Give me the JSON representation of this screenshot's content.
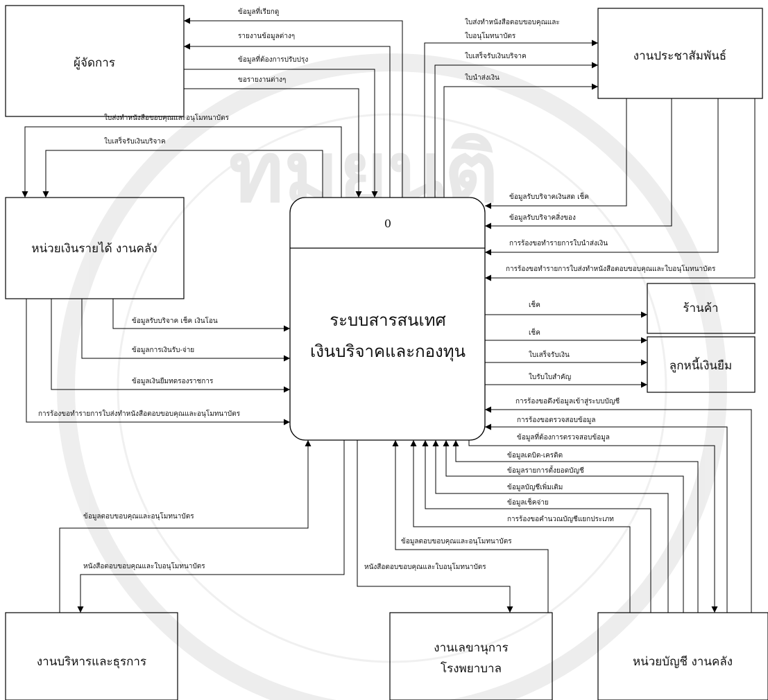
{
  "entities": {
    "manager": "ผู้จัดการ",
    "pr": "งานประชาสัมพันธ์",
    "finance": "หน่วยเงินรายได้ งานคลัง",
    "shop": "ร้านค้า",
    "debtor": "ลูกหนี้เงินยืม",
    "admin": "งานบริหารและธุรการ",
    "secretary_line1": "งานเลขานุการ",
    "secretary_line2": "โรงพยาบาล",
    "accounting": "หน่วยบัญชี งานคลัง"
  },
  "process": {
    "number": "0",
    "name_line1": "ระบบสารสนเทศ",
    "name_line2": "เงินบริจาคและกองทุน"
  },
  "flows": {
    "mgr_req_data": "ข้อมูลที่เรียกดู",
    "mgr_reports": "รายงานข้อมูลต่างๆ",
    "mgr_improve": "ข้อมูลที่ต้องการปรับปรุง",
    "mgr_request": "ขอรายงานต่างๆ",
    "fin_thanks_doc": "ใบส่งทำหนังสือขอบคุณและอนุโมทนาบัตร",
    "fin_receipt": "ใบเสร็จรับเงินบริจาค",
    "pr_thanks_doc1": "ใบส่งทำหนังสือตอบขอบคุณและ",
    "pr_thanks_doc2": "ใบอนุโมทนาบัตร",
    "pr_receipt": "ใบเสร็จรับเงินบริจาค",
    "pr_deposit": "ใบนำส่งเงิน",
    "pr_cash_cheque": "ข้อมูลรับบริจาคเงินสด เช็ค",
    "pr_goods": "ข้อมูลรับบริจาคสิ่งของ",
    "pr_req_deposit": "การร้องขอทำรายการใบนำส่งเงิน",
    "pr_req_thanks": "การร้องขอทำรายการใบส่งทำหนังสือตอบขอบคุณและใบอนุโมทนาบัตร",
    "shop_cheque": "เช็ค",
    "debtor_cheque": "เช็ค",
    "debtor_receipt": "ใบเสร็จรับเงิน",
    "debtor_doc": "ใบรับใบสำคัญ",
    "fin_donation": "ข้อมูลรับบริจาค เช็ค  เงินโอน",
    "fin_income": "ข้อมูลการเงินรับ-จ่าย",
    "fin_advance": "ข้อมูลเงินยืมทดรองราชการ",
    "fin_req_thanks": "การร้องขอทำรายการใบส่งทำหนังสือตอบขอบคุณและอนุโมทนาบัตร",
    "acc_import": "การร้องขอดึงข้อมูลเข้าสู่ระบบบัญชี",
    "acc_verify": "การร้องขอตรวจสอบข้อมูล",
    "acc_verify_data": "ข้อมูลที่ต้องการตรวจสอบข้อมูล",
    "acc_debit_credit": "ข้อมูลเดบิต-เครดิต",
    "acc_opening": "ข้อมูลรายการตั้งยอดบัญชี",
    "acc_extra": "ข้อมูลบัญชีเพิ่มเติม",
    "acc_cheque_pay": "ข้อมูลเช็คจ่าย",
    "acc_req_calc": "การร้องขอคำนวณบัญชีแยกประเภท",
    "sec_thanks_data": "ข้อมูลตอบขอบคุณและอนุโมทนาบัตร",
    "sec_thanks_letter": "หนังสือตอบขอบคุณและใบอนุโมทนาบัตร",
    "adm_thanks_data": "ข้อมูลตอบขอบคุณและอนุโมทนาบัตร",
    "adm_thanks_letter": "หนังสือตอบขอบคุณและใบอนุโมทนาบัตร"
  },
  "watermark": "ทมยนติ"
}
